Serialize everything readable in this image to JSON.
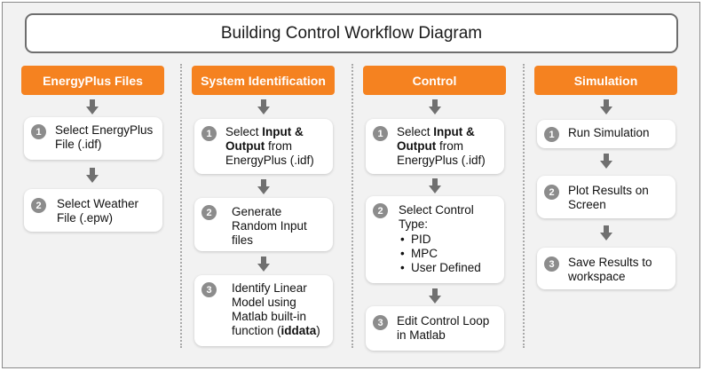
{
  "title": "Building Control Workflow Diagram",
  "columns": [
    {
      "header": "EnergyPlus Files",
      "steps": [
        {
          "num": "1",
          "text": "Select EnergyPlus File (.idf)"
        },
        {
          "num": "2",
          "text": "Select Weather File (.epw)"
        }
      ]
    },
    {
      "header": "System Identification",
      "steps": [
        {
          "num": "1",
          "pre": "Select ",
          "bold": "Input & Output",
          "post": " from EnergyPlus (.idf)"
        },
        {
          "num": "2",
          "text": "Generate Random Input files"
        },
        {
          "num": "3",
          "pre": "Identify Linear Model using Matlab built-in function (",
          "bold": "iddata",
          "post": ")"
        }
      ]
    },
    {
      "header": "Control",
      "steps": [
        {
          "num": "1",
          "pre": "Select ",
          "bold": "Input & Output",
          "post": " from EnergyPlus (.idf)"
        },
        {
          "num": "2",
          "text": "Select Control Type:",
          "options": [
            "PID",
            "MPC",
            "User Defined"
          ]
        },
        {
          "num": "3",
          "text": "Edit Control Loop in Matlab"
        }
      ]
    },
    {
      "header": "Simulation",
      "steps": [
        {
          "num": "1",
          "text": "Run Simulation"
        },
        {
          "num": "2",
          "text": "Plot Results on Screen"
        },
        {
          "num": "3",
          "text": "Save Results to workspace"
        }
      ]
    }
  ],
  "colors": {
    "header": "#f58220",
    "background": "#f2f2f2",
    "badge": "#8c8c8c",
    "arrow": "#707070"
  }
}
